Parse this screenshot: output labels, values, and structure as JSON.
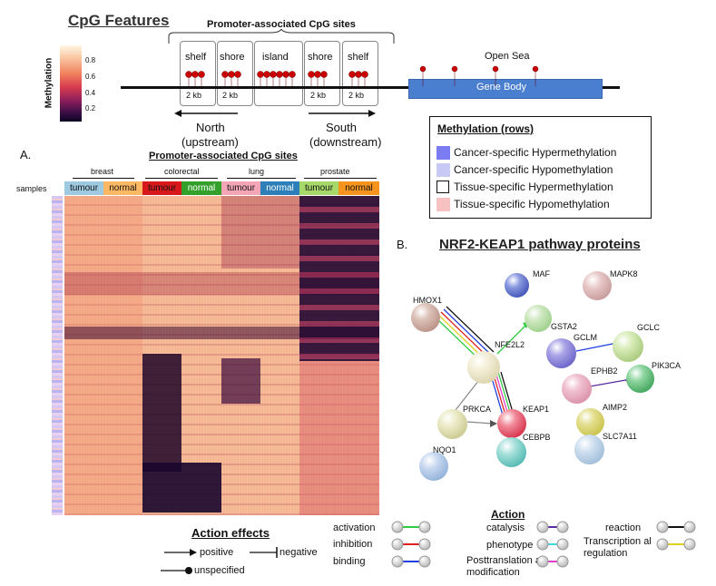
{
  "cpg": {
    "title": "CpG Features",
    "promoter_label": "Promoter-associated CpG sites",
    "regions": [
      "shelf",
      "shore",
      "island",
      "shore",
      "shelf"
    ],
    "kb_labels": [
      "2 kb",
      "2 kb",
      "2 kb",
      "2 kb"
    ],
    "open_sea": "Open Sea",
    "gene_body": "Gene Body",
    "north_line1": "North",
    "north_line2": "(upstream)",
    "south_line1": "South",
    "south_line2": "(downstream)",
    "colorbar_label": "Methylation",
    "colorbar_ticks": [
      "0.8",
      "0.6",
      "0.4",
      "0.2"
    ]
  },
  "methylation_legend": {
    "title": "Methylation (rows)",
    "items": [
      {
        "label": "Cancer-specific Hypermethylation",
        "color": "#7b7bf2"
      },
      {
        "label": "Cancer-specific Hypomethylation",
        "color": "#c9c9f6"
      },
      {
        "label": "Tissue-specific Hypermethylation",
        "color": "#ffffff"
      },
      {
        "label": "Tissue-specific Hypomethylation",
        "color": "#f7c1c1"
      }
    ]
  },
  "heatmap": {
    "panel_label": "A.",
    "title": "Promoter-associated CpG sites",
    "samples_label": "samples",
    "tissues": [
      "breast",
      "colorectal",
      "lung",
      "prostate"
    ],
    "groups": [
      {
        "label": "tumour",
        "color": "#9ecae1"
      },
      {
        "label": "normal",
        "color": "#fdb863"
      },
      {
        "label": "tumour",
        "color": "#d7191c"
      },
      {
        "label": "normal",
        "color": "#33a02c"
      },
      {
        "label": "tumour",
        "color": "#f4a6b7"
      },
      {
        "label": "normal",
        "color": "#2c7fb8"
      },
      {
        "label": "tumour",
        "color": "#a6d96a"
      },
      {
        "label": "normal",
        "color": "#f7941d"
      }
    ]
  },
  "network": {
    "panel_label": "B.",
    "title": "NRF2-KEAP1 pathway proteins",
    "nodes": [
      {
        "label": "MAF",
        "color": "#3f51b5"
      },
      {
        "label": "MAPK8",
        "color": "#c79a9a"
      },
      {
        "label": "HMOX1",
        "color": "#b98f85"
      },
      {
        "label": "GSTA2",
        "color": "#9ccf8a"
      },
      {
        "label": "NFE2L2",
        "color": "#e8e0c0"
      },
      {
        "label": "GCLM",
        "color": "#6a62c8"
      },
      {
        "label": "GCLC",
        "color": "#b7d88a"
      },
      {
        "label": "EPHB2",
        "color": "#d98fa8"
      },
      {
        "label": "PIK3CA",
        "color": "#3fa45a"
      },
      {
        "label": "PRKCA",
        "color": "#d8d8a0"
      },
      {
        "label": "KEAP1",
        "color": "#d6304a"
      },
      {
        "label": "AIMP2",
        "color": "#c9c24a"
      },
      {
        "label": "CEBPB",
        "color": "#4fb8b0"
      },
      {
        "label": "SLC7A11",
        "color": "#9fbcd8"
      },
      {
        "label": "NQO1",
        "color": "#8fb0d8"
      }
    ]
  },
  "action_effects": {
    "title": "Action effects",
    "positive": "positive",
    "negative": "negative",
    "unspecified": "unspecified"
  },
  "action": {
    "title": "Action",
    "items": [
      {
        "label": "activation",
        "color": "#2ecc40"
      },
      {
        "label": "inhibition",
        "color": "#e02020"
      },
      {
        "label": "binding",
        "color": "#2040e0"
      },
      {
        "label": "catalysis",
        "color": "#5a2aa0"
      },
      {
        "label": "phenotype",
        "color": "#40d8e0"
      },
      {
        "label": "Posttranslation al modification",
        "color": "#e040c8"
      },
      {
        "label": "reaction",
        "color": "#111111"
      },
      {
        "label": "Transcription al regulation",
        "color": "#e0d020"
      }
    ]
  }
}
